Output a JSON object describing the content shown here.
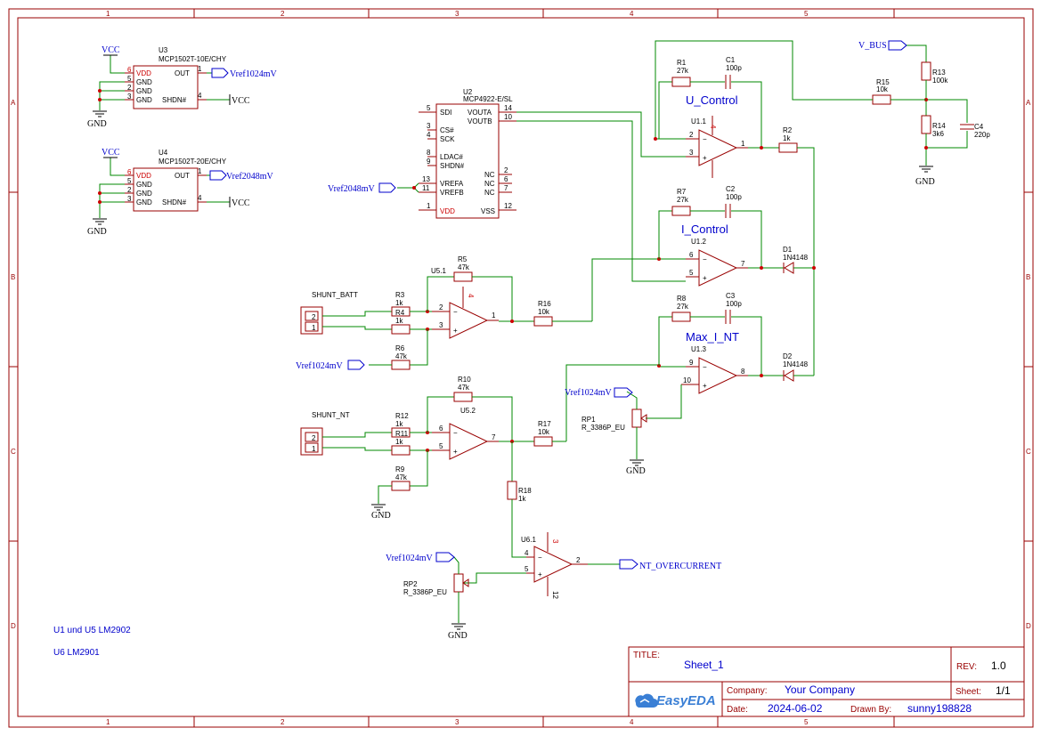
{
  "border": {
    "columns": [
      "1",
      "2",
      "3",
      "4",
      "5"
    ],
    "rows": [
      "A",
      "B",
      "C",
      "D"
    ]
  },
  "nets": {
    "vcc": "VCC",
    "gnd": "GND",
    "vref1024": "Vref1024mV",
    "vref2048": "Vref2048mV",
    "vbus": "V_BUS",
    "nt_overcurrent": "NT_OVERCURRENT"
  },
  "u3": {
    "ref": "U3",
    "value": "MCP1502T-10E/CHY",
    "pins": {
      "vdd": "VDD",
      "gnd": "GND",
      "out": "OUT",
      "shdn": "SHDN#",
      "n6": "6",
      "n5": "5",
      "n2": "2",
      "n3": "3",
      "n1": "1",
      "n4": "4"
    }
  },
  "u4": {
    "ref": "U4",
    "value": "MCP1502T-20E/CHY",
    "pins": {
      "vdd": "VDD",
      "gnd": "GND",
      "out": "OUT",
      "shdn": "SHDN#",
      "n6": "6",
      "n5": "5",
      "n2": "2",
      "n3": "3",
      "n1": "1",
      "n4": "4"
    }
  },
  "u2": {
    "ref": "U2",
    "value": "MCP4922-E/SL",
    "left_pins": [
      {
        "num": "5",
        "name": "SDI"
      },
      {
        "num": "3",
        "name": "CS#"
      },
      {
        "num": "4",
        "name": "SCK"
      },
      {
        "num": "8",
        "name": "LDAC#"
      },
      {
        "num": "9",
        "name": "SHDN#"
      },
      {
        "num": "13",
        "name": "VREFA"
      },
      {
        "num": "11",
        "name": "VREFB"
      },
      {
        "num": "1",
        "name": "VDD"
      }
    ],
    "right_pins": [
      {
        "num": "14",
        "name": "VOUTA"
      },
      {
        "num": "10",
        "name": "VOUTB"
      },
      {
        "num": "2",
        "name": "NC"
      },
      {
        "num": "6",
        "name": "NC"
      },
      {
        "num": "7",
        "name": "NC"
      },
      {
        "num": "12",
        "name": "VSS"
      }
    ]
  },
  "resistors": [
    {
      "ref": "R1",
      "value": "27k"
    },
    {
      "ref": "R2",
      "value": "1k"
    },
    {
      "ref": "R3",
      "value": "1k"
    },
    {
      "ref": "R4",
      "value": "1k"
    },
    {
      "ref": "R5",
      "value": "47k"
    },
    {
      "ref": "R6",
      "value": "47k"
    },
    {
      "ref": "R7",
      "value": "27k"
    },
    {
      "ref": "R8",
      "value": "27k"
    },
    {
      "ref": "R9",
      "value": "47k"
    },
    {
      "ref": "R10",
      "value": "47k"
    },
    {
      "ref": "R11",
      "value": "1k"
    },
    {
      "ref": "R12",
      "value": "1k"
    },
    {
      "ref": "R13",
      "value": "100k"
    },
    {
      "ref": "R14",
      "value": "3k6"
    },
    {
      "ref": "R15",
      "value": "10k"
    },
    {
      "ref": "R16",
      "value": "10k"
    },
    {
      "ref": "R17",
      "value": "10k"
    },
    {
      "ref": "R18",
      "value": "1k"
    }
  ],
  "capacitors": [
    {
      "ref": "C1",
      "value": "100p"
    },
    {
      "ref": "C2",
      "value": "100p"
    },
    {
      "ref": "C3",
      "value": "100p"
    },
    {
      "ref": "C4",
      "value": "220p"
    }
  ],
  "diodes": [
    {
      "ref": "D1",
      "value": "1N4148"
    },
    {
      "ref": "D2",
      "value": "1N4148"
    }
  ],
  "pots": [
    {
      "ref": "RP1",
      "value": "R_3386P_EU"
    },
    {
      "ref": "RP2",
      "value": "R_3386P_EU"
    }
  ],
  "opamps": {
    "u11": {
      "ref": "U1.1",
      "label": "U_Control",
      "inv": "2",
      "noninv": "3",
      "out": "1",
      "pwr": "4"
    },
    "u12": {
      "ref": "U1.2",
      "label": "I_Control",
      "inv": "6",
      "noninv": "5",
      "out": "7"
    },
    "u13": {
      "ref": "U1.3",
      "label": "Max_I_NT",
      "inv": "9",
      "noninv": "10",
      "out": "8"
    },
    "u51": {
      "ref": "U5.1",
      "inv": "2",
      "noninv": "3",
      "out": "1",
      "pwr": "4"
    },
    "u52": {
      "ref": "U5.2",
      "inv": "6",
      "noninv": "5",
      "out": "7"
    },
    "u61": {
      "ref": "U6.1",
      "inv": "4",
      "noninv": "5",
      "out": "2",
      "pwr": "3",
      "gnd": "12"
    }
  },
  "connectors": {
    "batt": {
      "label": "SHUNT_BATT",
      "pin1": "1",
      "pin2": "2"
    },
    "nt": {
      "label": "SHUNT_NT",
      "pin1": "1",
      "pin2": "2"
    }
  },
  "notes": [
    "U1 und U5 LM2902",
    "U6 LM2901"
  ],
  "title_block": {
    "title_label": "TITLE:",
    "title": "Sheet_1",
    "rev_label": "REV:",
    "rev": "1.0",
    "company_label": "Company:",
    "company": "Your Company",
    "sheet_label": "Sheet:",
    "sheet": "1/1",
    "date_label": "Date:",
    "date": "2024-06-02",
    "drawn_label": "Drawn By:",
    "drawn": "sunny198828",
    "logo": "EasyEDA"
  },
  "colors": {
    "frame": "#990000",
    "wire": "#008800",
    "net": "#0000cc",
    "text": "#000000"
  }
}
